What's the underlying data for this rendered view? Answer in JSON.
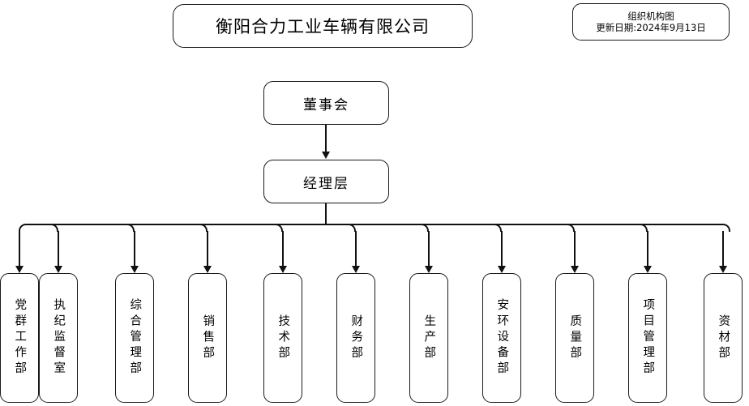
{
  "company": {
    "title": "衡阳合力工业车辆有限公司"
  },
  "info": {
    "chart_label": "组织机构图",
    "update_label": "更新日期:2024年9月13日"
  },
  "levels": [
    {
      "id": "board",
      "label": "董事会"
    },
    {
      "id": "management",
      "label": "经理层"
    }
  ],
  "departments": [
    {
      "id": "party-mass-work",
      "label": "党群工作部"
    },
    {
      "id": "discipline-supervision",
      "label": "执纪监督室"
    },
    {
      "id": "general-management",
      "label": "综合管理部"
    },
    {
      "id": "sales",
      "label": "销售部"
    },
    {
      "id": "technology",
      "label": "技术部"
    },
    {
      "id": "finance",
      "label": "财务部"
    },
    {
      "id": "production",
      "label": "生产部"
    },
    {
      "id": "safety-environment-equipment",
      "label": "安环设备部"
    },
    {
      "id": "quality",
      "label": "质量部"
    },
    {
      "id": "project-management",
      "label": "项目管理部"
    },
    {
      "id": "materials",
      "label": "资材部"
    }
  ],
  "colors": {
    "line": "#111111",
    "border": "#1a1a1a",
    "background": "#ffffff"
  }
}
